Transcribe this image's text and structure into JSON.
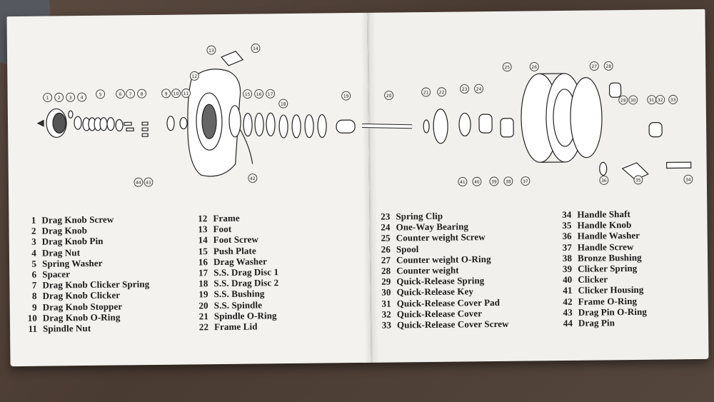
{
  "diagram_callouts": [
    "1",
    "2",
    "3",
    "4",
    "5",
    "6",
    "7",
    "8",
    "9",
    "10",
    "11",
    "12",
    "13",
    "14",
    "15",
    "16",
    "17",
    "18",
    "19",
    "20",
    "21",
    "22",
    "23",
    "24",
    "25",
    "26",
    "27",
    "28",
    "29",
    "30",
    "31",
    "32",
    "33",
    "34",
    "35",
    "36",
    "37",
    "38",
    "39",
    "40",
    "41",
    "42",
    "43",
    "44"
  ],
  "parts_columns": [
    [
      {
        "num": "1",
        "name": "Drag Knob Screw"
      },
      {
        "num": "2",
        "name": "Drag Knob"
      },
      {
        "num": "3",
        "name": "Drag Knob Pin"
      },
      {
        "num": "4",
        "name": "Drag Nut"
      },
      {
        "num": "5",
        "name": "Spring Washer"
      },
      {
        "num": "6",
        "name": "Spacer"
      },
      {
        "num": "7",
        "name": "Drag Knob Clicker Spring"
      },
      {
        "num": "8",
        "name": "Drag Knob Clicker"
      },
      {
        "num": "9",
        "name": "Drag Knob Stopper"
      },
      {
        "num": "10",
        "name": "Drag Knob O-Ring"
      },
      {
        "num": "11",
        "name": "Spindle Nut"
      }
    ],
    [
      {
        "num": "12",
        "name": "Frame"
      },
      {
        "num": "13",
        "name": "Foot"
      },
      {
        "num": "14",
        "name": "Foot Screw"
      },
      {
        "num": "15",
        "name": "Push Plate"
      },
      {
        "num": "16",
        "name": "Drag Washer"
      },
      {
        "num": "17",
        "name": "S.S. Drag Disc 1"
      },
      {
        "num": "18",
        "name": "S.S. Drag Disc 2"
      },
      {
        "num": "19",
        "name": "S.S. Bushing"
      },
      {
        "num": "20",
        "name": "S.S. Spindle"
      },
      {
        "num": "21",
        "name": "Spindle O-Ring"
      },
      {
        "num": "22",
        "name": "Frame Lid"
      }
    ],
    [
      {
        "num": "23",
        "name": "Spring Clip"
      },
      {
        "num": "24",
        "name": "One-Way Bearing"
      },
      {
        "num": "25",
        "name": "Counter weight Screw"
      },
      {
        "num": "26",
        "name": "Spool"
      },
      {
        "num": "27",
        "name": "Counter weight O-Ring"
      },
      {
        "num": "28",
        "name": "Counter weight"
      },
      {
        "num": "29",
        "name": "Quick-Release Spring"
      },
      {
        "num": "30",
        "name": "Quick-Release Key"
      },
      {
        "num": "31",
        "name": "Quick-Release Cover Pad"
      },
      {
        "num": "32",
        "name": "Quick-Release Cover"
      },
      {
        "num": "33",
        "name": "Quick-Release Cover Screw"
      }
    ],
    [
      {
        "num": "34",
        "name": "Handle Shaft"
      },
      {
        "num": "35",
        "name": "Handle Knob"
      },
      {
        "num": "36",
        "name": "Handle Washer"
      },
      {
        "num": "37",
        "name": "Handle Screw"
      },
      {
        "num": "38",
        "name": "Bronze Bushing"
      },
      {
        "num": "39",
        "name": "Clicker Spring"
      },
      {
        "num": "40",
        "name": "Clicker"
      },
      {
        "num": "41",
        "name": "Clicker Housing"
      },
      {
        "num": "42",
        "name": "Frame O-Ring"
      },
      {
        "num": "43",
        "name": "Drag Pin O-Ring"
      },
      {
        "num": "44",
        "name": "Drag Pin"
      }
    ]
  ]
}
